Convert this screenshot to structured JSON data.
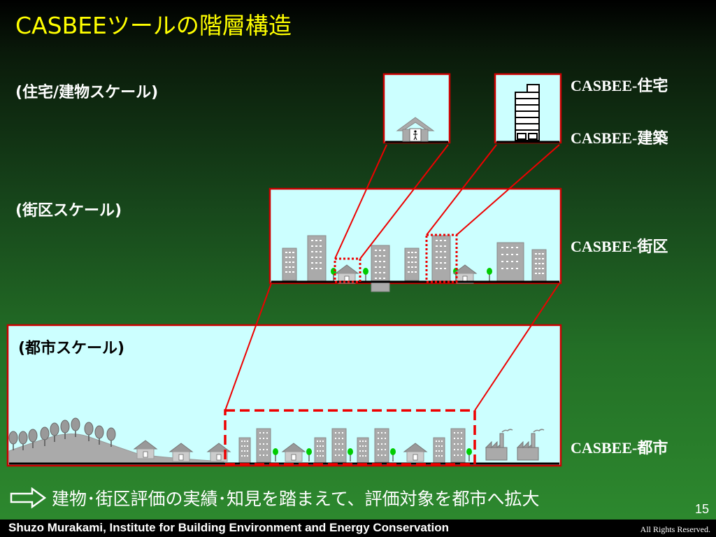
{
  "slide": {
    "title": "CASBEEツールの階層構造",
    "page_number": "15"
  },
  "scales": {
    "house_building": "(住宅/建物スケール)",
    "district": "(街区スケール)",
    "city": "(都市スケール)"
  },
  "tools": {
    "house": "CASBEE-住宅",
    "building": "CASBEE-建築",
    "district": "CASBEE-街区",
    "city": "CASBEE-都市"
  },
  "conclusion": {
    "text": "建物･街区評価の実績･知見を踏まえて、評価対象を都市へ拡大",
    "icon": "right-arrow-outline-icon"
  },
  "footer": {
    "credit": "Shuzo Murakami,  Institute for Building Environment and Energy Conservation",
    "rights": "All Rights Reserved."
  },
  "colors": {
    "title": "#ffff00",
    "sky": "#ccffff",
    "connector": "#ff0000",
    "building": "#aaaaaa",
    "tree": "#00cc00"
  }
}
